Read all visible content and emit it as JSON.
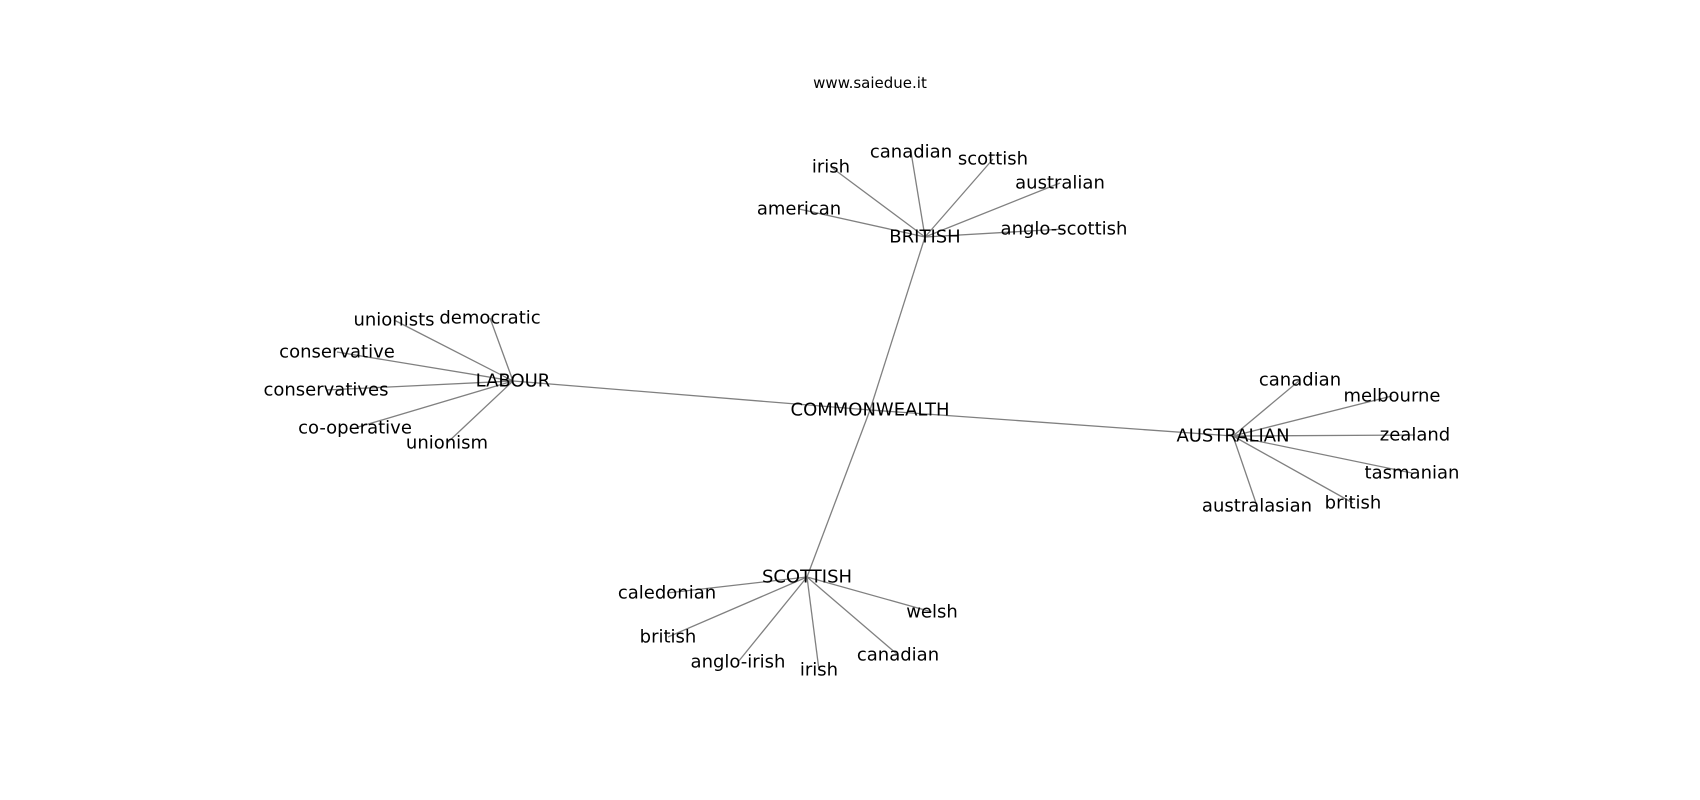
{
  "watermark": "www.saiedue.it",
  "graph": {
    "center": "COMMONWEALTH",
    "hubs": [
      {
        "id": "british",
        "label": "BRITISH",
        "leaves": [
          "irish",
          "canadian",
          "scottish",
          "australian",
          "american",
          "anglo-scottish"
        ]
      },
      {
        "id": "labour",
        "label": "LABOUR",
        "leaves": [
          "unionists",
          "democratic",
          "conservative",
          "conservatives",
          "co-operative",
          "unionism"
        ]
      },
      {
        "id": "australian",
        "label": "AUSTRALIAN",
        "leaves": [
          "canadian",
          "melbourne",
          "zealand",
          "tasmanian",
          "australasian",
          "british"
        ]
      },
      {
        "id": "scottish",
        "label": "SCOTTISH",
        "leaves": [
          "caledonian",
          "british",
          "anglo-irish",
          "irish",
          "canadian",
          "welsh"
        ]
      }
    ]
  }
}
